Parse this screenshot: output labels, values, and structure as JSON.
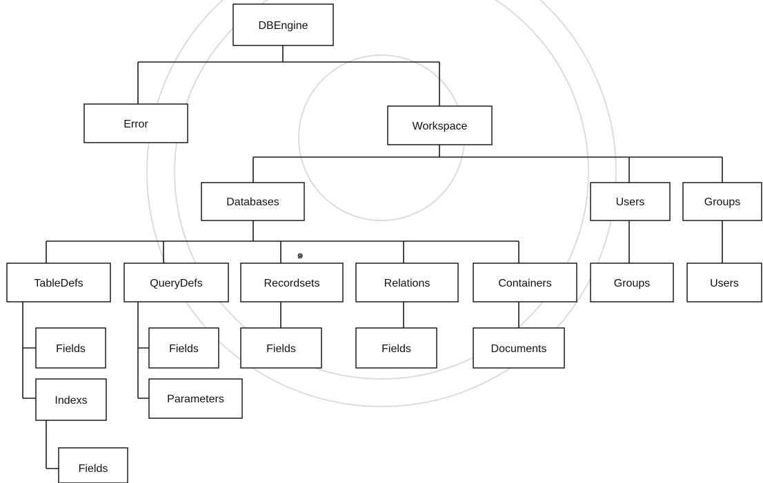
{
  "diagram": {
    "root": {
      "label": "DBEngine"
    },
    "level1": {
      "error": {
        "label": "Error"
      },
      "workspace": {
        "label": "Workspace"
      }
    },
    "level2": {
      "databases": {
        "label": "Databases"
      },
      "users": {
        "label": "Users"
      },
      "groups": {
        "label": "Groups"
      }
    },
    "level3": {
      "tabledefs": {
        "label": "TableDefs"
      },
      "querydefs": {
        "label": "QueryDefs"
      },
      "recordsets": {
        "label": "Recordsets"
      },
      "relations": {
        "label": "Relations"
      },
      "containers": {
        "label": "Containers"
      },
      "users_groups": {
        "label": "Groups"
      },
      "groups_users": {
        "label": "Users"
      }
    },
    "level4": {
      "tabledefs_fields": {
        "label": "Fields"
      },
      "tabledefs_indexs": {
        "label": "Indexs"
      },
      "indexs_fields": {
        "label": "Fields"
      },
      "querydefs_fields": {
        "label": "Fields"
      },
      "querydefs_parameters": {
        "label": "Parameters"
      },
      "recordsets_fields": {
        "label": "Fields"
      },
      "relations_fields": {
        "label": "Fields"
      },
      "containers_documents": {
        "label": "Documents"
      }
    }
  },
  "colors": {
    "line": "#1a1a1a",
    "box_fill": "#ffffff",
    "text": "#111111",
    "watermark": "#dcdcdc"
  }
}
